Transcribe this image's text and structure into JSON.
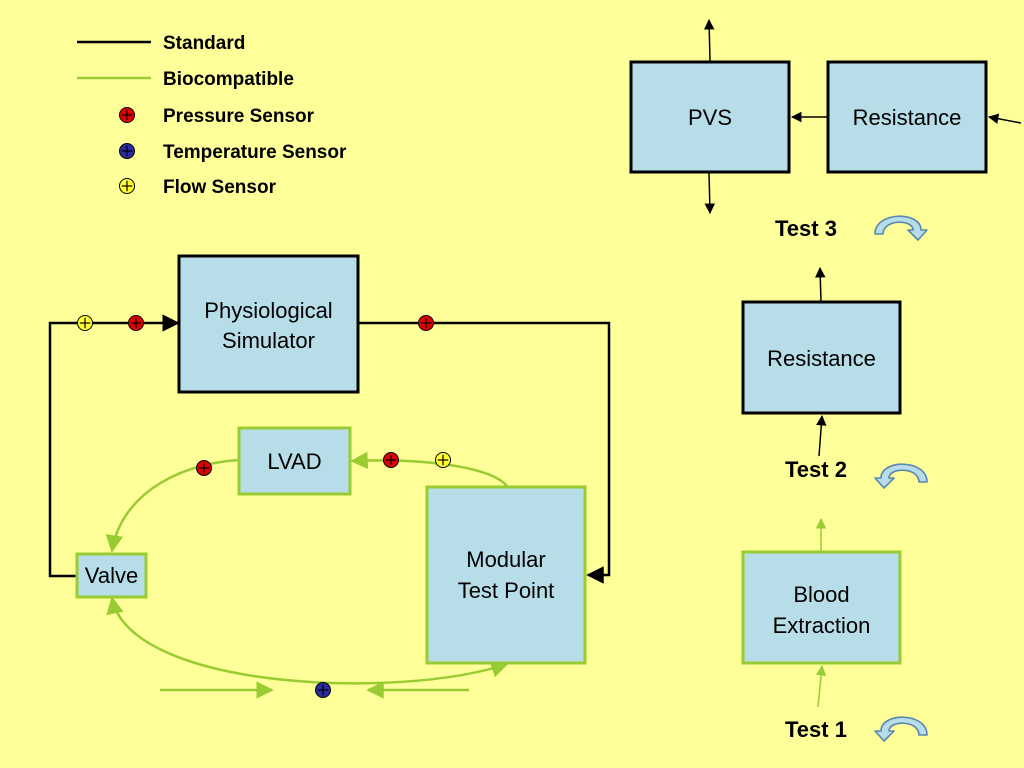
{
  "colors": {
    "background": "#FFFF99",
    "box_fill": "#B7DEE8",
    "standard_line": "#000000",
    "biocompatible_line": "#99CC33",
    "pressure_sensor": "#E00000",
    "temperature_sensor": "#2B2BA0",
    "flow_sensor": "#FFFF33",
    "loop_arrow_fill": "#B7DEE8",
    "loop_arrow_stroke": "#5A86B0"
  },
  "legend": {
    "standard": "Standard",
    "biocompatible": "Biocompatible",
    "pressure_sensor": "Pressure Sensor",
    "temperature_sensor": "Temperature Sensor",
    "flow_sensor": "Flow Sensor"
  },
  "nodes": {
    "physiological_simulator": [
      "Physiological",
      "Simulator"
    ],
    "lvad": "LVAD",
    "valve": "Valve",
    "modular_test_point": [
      "Modular",
      "Test Point"
    ],
    "pvs": "PVS",
    "resistance_test3": "Resistance",
    "resistance_test2": "Resistance",
    "blood_extraction": [
      "Blood",
      "Extraction"
    ]
  },
  "tests": {
    "test1": "Test 1",
    "test2": "Test 2",
    "test3": "Test 3"
  }
}
